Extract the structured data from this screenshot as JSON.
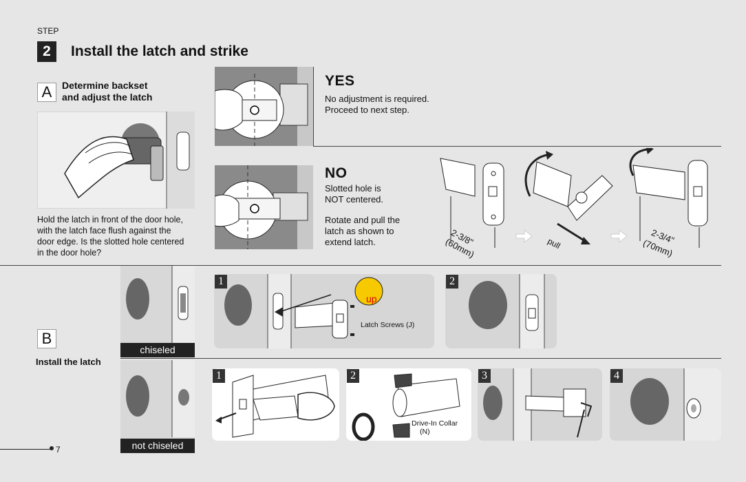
{
  "step": {
    "label": "STEP",
    "number": "2",
    "title": "Install the latch and strike"
  },
  "sectionA": {
    "letter": "A",
    "title_line1": "Determine backset",
    "title_line2": "and adjust the latch",
    "instructions": [
      "Hold the latch in front of the door hole,",
      "with the latch face flush against the",
      "door edge. Is the slotted hole centered",
      "in the door hole?"
    ],
    "yes": {
      "heading": "YES",
      "line1": "No adjustment is required.",
      "line2": "Proceed to next step."
    },
    "no": {
      "heading": "NO",
      "line1": "Slotted hole is",
      "line2": "NOT centered.",
      "line3": "Rotate and pull the",
      "line4": "latch as shown to",
      "line5": "extend latch."
    },
    "dimensions": {
      "short_in": "2-3/8\"",
      "short_mm": "(60mm)",
      "long_in": "2-3/4\"",
      "long_mm": "(70mm)",
      "pull": "pull"
    }
  },
  "sectionB": {
    "letter": "B",
    "title": "Install the latch",
    "chiseled_label": "chiseled",
    "not_chiseled_label": "not chiseled",
    "chiseled_steps": [
      "1",
      "2"
    ],
    "up_label": "up",
    "latch_screws": "Latch Screws (J)",
    "not_chiseled_steps": [
      "1",
      "2",
      "3",
      "4"
    ],
    "drive_in_collar_line1": "Drive-In Collar",
    "drive_in_collar_line2": "(N)"
  },
  "footer": {
    "page_number": "7"
  }
}
